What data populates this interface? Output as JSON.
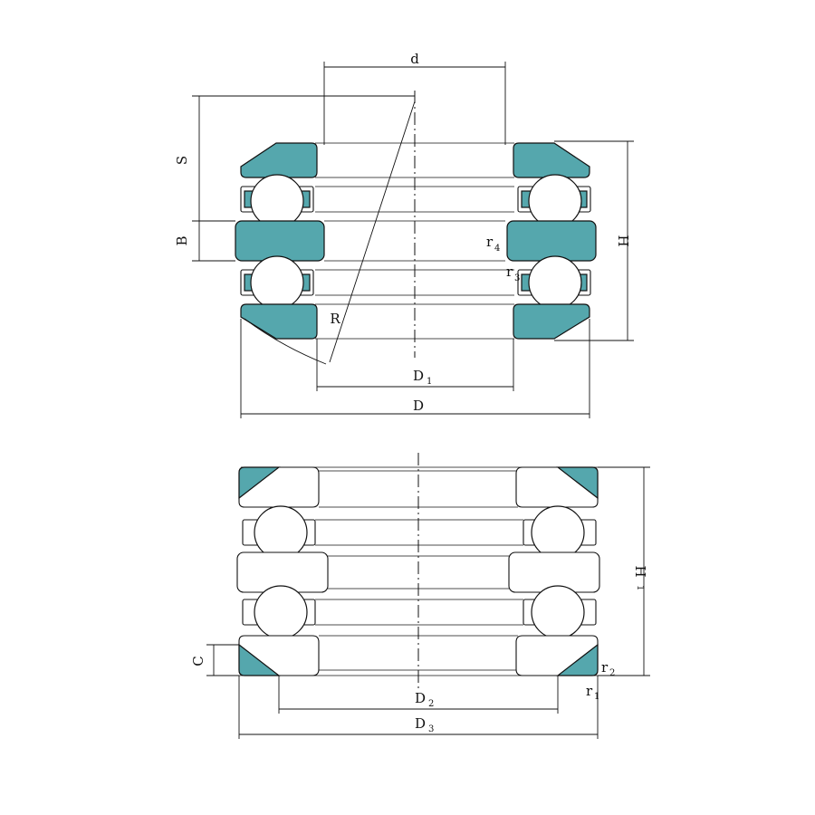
{
  "colors": {
    "ring": "#55a7ad",
    "line": "#111111",
    "background": "#ffffff"
  },
  "upper_view": {
    "d": "d",
    "S": "S",
    "B": "B",
    "H": "H",
    "R": "R",
    "r4": {
      "base": "r",
      "sub": "4"
    },
    "r3": {
      "base": "r",
      "sub": "3"
    },
    "D1": {
      "base": "D",
      "sub": "1"
    },
    "D": "D"
  },
  "lower_view": {
    "H1": {
      "base": "H",
      "sub": "1"
    },
    "C": "C",
    "r2": {
      "base": "r",
      "sub": "2"
    },
    "r1": {
      "base": "r",
      "sub": "1"
    },
    "D2": {
      "base": "D",
      "sub": "2"
    },
    "D3": {
      "base": "D",
      "sub": "3"
    }
  }
}
